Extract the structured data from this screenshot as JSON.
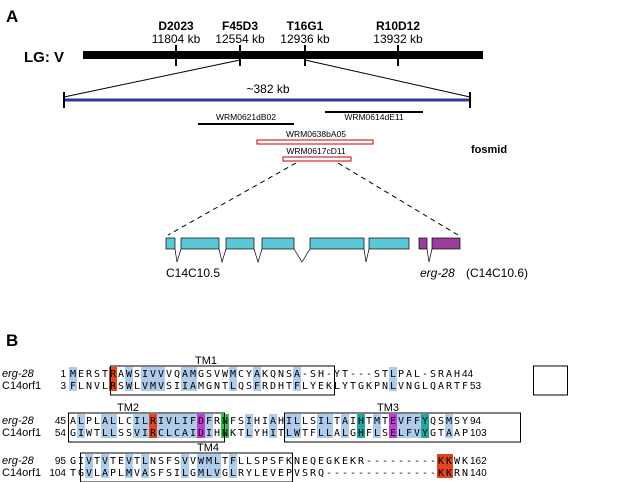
{
  "panel_a": {
    "label": "A",
    "lg_label": "LG: V",
    "markers": [
      {
        "name": "D2023",
        "kb": "11804 kb"
      },
      {
        "name": "F45D3",
        "kb": "12554 kb"
      },
      {
        "name": "T16G1",
        "kb": "12936 kb"
      },
      {
        "name": "R10D12",
        "kb": "13932 kb"
      }
    ],
    "interval_label": "~382 kb",
    "clones": [
      {
        "name": "WRM0621dB02",
        "color": "#000000"
      },
      {
        "name": "WRM0614dE11",
        "color": "#000000"
      },
      {
        "name": "WRM0638bA05",
        "color": "#d62728"
      },
      {
        "name": "WRM0617cD11",
        "color": "#d62728"
      }
    ],
    "fosmid_label": "fosmid",
    "gene_left_label": "C14C10.5",
    "gene_right_italic": "erg-28",
    "gene_right_rest": "(C14C10.6)",
    "gene_left_color": "#5bc8d8",
    "gene_right_color": "#9b3d9b"
  },
  "panel_b": {
    "label": "B",
    "tm_labels": [
      "TM1",
      "TM2",
      "TM3",
      "TM4"
    ],
    "blocks": [
      {
        "rows": [
          {
            "name": "erg-28",
            "italic": true,
            "start": "1",
            "seq": "MERSTRAWSIVVVQAMGSVWMCYAKQNSA-SH-YT---STLPAL-SRAH",
            "end": "44"
          },
          {
            "name": "C14orf1",
            "italic": false,
            "start": "3",
            "seq": "FLNVLRSWLVMVSIIAMGNTLQSFRDHTFLYEKLYTGKPNLVNGLQARTF",
            "end": "53"
          }
        ]
      },
      {
        "rows": [
          {
            "name": "erg-28",
            "italic": true,
            "start": "45",
            "seq": "ALPLALLCILRIVLIFDFRNFSIHIAHILLSILTAIHTMTEVFFYQSMSY",
            "end": "94"
          },
          {
            "name": "C14orf1",
            "italic": false,
            "start": "54",
            "seq": "GIWTLLSSVIRCLCAIDIHNKTLYHITLWTFLLALGHFLSELFVYGTAAP",
            "end": "103"
          }
        ]
      },
      {
        "rows": [
          {
            "name": "erg-28",
            "italic": true,
            "start": "95",
            "seq": "GIVTVTEVTLNSFSVVWMLTFLLSPSFKNEQEGKEKR---------KKWK",
            "end": "162"
          },
          {
            "name": "C14orf1",
            "italic": false,
            "start": "104",
            "seq": "TGVLAPLMVASFSILGMLVGLRYLEVEPVSRQ--------------KKRN",
            "end": "140"
          }
        ]
      }
    ]
  }
}
